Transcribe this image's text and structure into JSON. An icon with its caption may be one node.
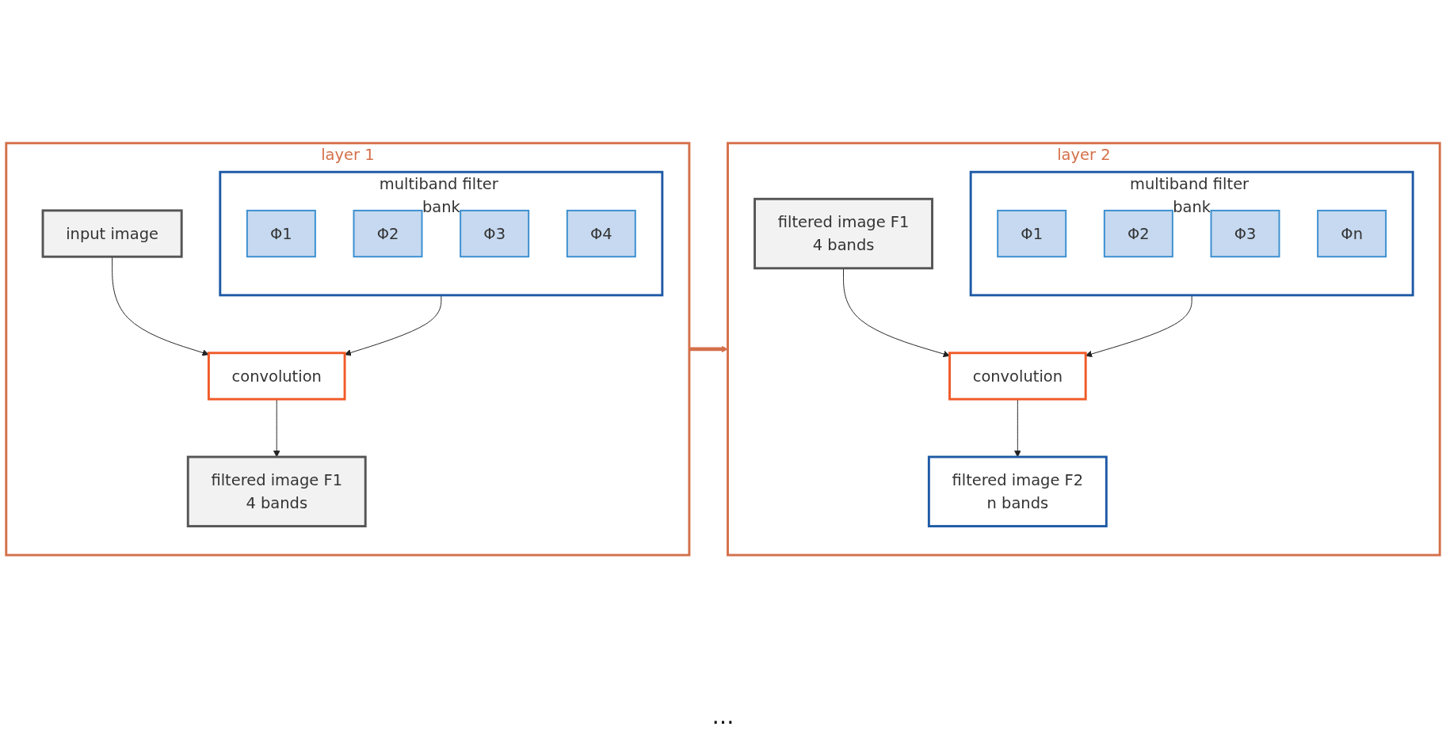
{
  "diagram": {
    "nodes": [
      {
        "text": [
          "layer 1"
        ]
      },
      {
        "text": [
          "input image"
        ],
        "in": 0
      },
      {
        "text": [
          "convolution"
        ],
        "in": 0
      },
      {
        "text": [
          "multiband filter bank"
        ],
        "in": 0
      },
      {
        "text": [
          "Φ1"
        ],
        "in": 3
      },
      {
        "text": [
          "Φ2"
        ],
        "in": 3
      },
      {
        "text": [
          "Φ3"
        ],
        "in": 3
      },
      {
        "text": [
          "Φ4"
        ],
        "in": 3
      },
      {
        "text": [
          "filtered image F1",
          "4 bands"
        ],
        "in": 0
      },
      {
        "text": [
          "layer 2"
        ]
      },
      {
        "text": [
          "filtered image F1",
          "4 bands"
        ],
        "in": 9
      },
      {
        "text": [
          "convolution"
        ],
        "in": 9
      },
      {
        "text": [
          "multiband filter bank"
        ],
        "in": 9
      },
      {
        "text": [
          "Φ1"
        ],
        "in": 12
      },
      {
        "text": [
          "Φ2"
        ],
        "in": 12
      },
      {
        "text": [
          "Φ3"
        ],
        "in": 12
      },
      {
        "text": [
          "Φn"
        ],
        "in": 12
      },
      {
        "text": [
          "filtered image F2",
          "n bands"
        ],
        "in": 9
      }
    ],
    "edges": [
      {
        "from": 1,
        "to": 2,
        "arrow": "to"
      },
      {
        "from": 3,
        "to": 2,
        "arrow": "to"
      },
      {
        "from": 2,
        "to": 8,
        "arrow": "to"
      },
      {
        "from": 0,
        "to": 9,
        "arrow": "to",
        "style": "thick",
        "color": "#d4704a"
      },
      {
        "from": 10,
        "to": 11,
        "arrow": "to"
      },
      {
        "from": 12,
        "to": 11,
        "arrow": "to"
      },
      {
        "from": 11,
        "to": 17,
        "arrow": "to"
      }
    ],
    "labels": [
      "…"
    ]
  }
}
